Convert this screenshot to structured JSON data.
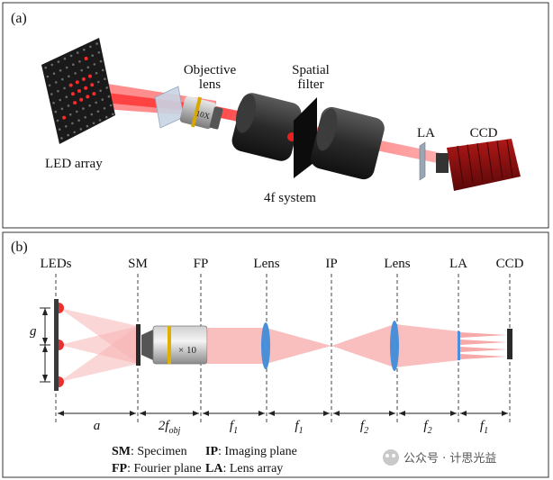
{
  "panel_a": {
    "tag": "(a)",
    "labels": {
      "led_array": "LED array",
      "objective_line1": "Objective",
      "objective_line2": "lens",
      "spatial_line1": "Spatial",
      "spatial_line2": "filter",
      "system": "4f system",
      "la": "LA",
      "ccd": "CCD",
      "lens_marking": "10X"
    }
  },
  "panel_b": {
    "tag": "(b)",
    "column_labels": [
      "LEDs",
      "SM",
      "FP",
      "Lens",
      "IP",
      "Lens",
      "LA",
      "CCD"
    ],
    "g_label": "g",
    "objective_marking": "× 10",
    "dimensions": [
      {
        "main": "a",
        "sub": ""
      },
      {
        "main": "2f",
        "sub": "obj"
      },
      {
        "main": "f",
        "sub": "1"
      },
      {
        "main": "f",
        "sub": "1"
      },
      {
        "main": "f",
        "sub": "2"
      },
      {
        "main": "f",
        "sub": "2"
      },
      {
        "main": "f",
        "sub": "1"
      }
    ],
    "legend": [
      {
        "abbr": "SM",
        "text": ": Specimen"
      },
      {
        "abbr": "FP",
        "text": ": Fourier plane"
      },
      {
        "abbr": "IP",
        "text": ": Imaging plane"
      },
      {
        "abbr": "LA",
        "text": ": Lens array"
      }
    ]
  },
  "watermark": "公众号 · 计思光益",
  "colors": {
    "beam": "#f04848",
    "beam_light": "#f8b4b4",
    "lens": "#4a90d9",
    "ccd_red": "#8b1010",
    "dark": "#2a2a2a"
  }
}
